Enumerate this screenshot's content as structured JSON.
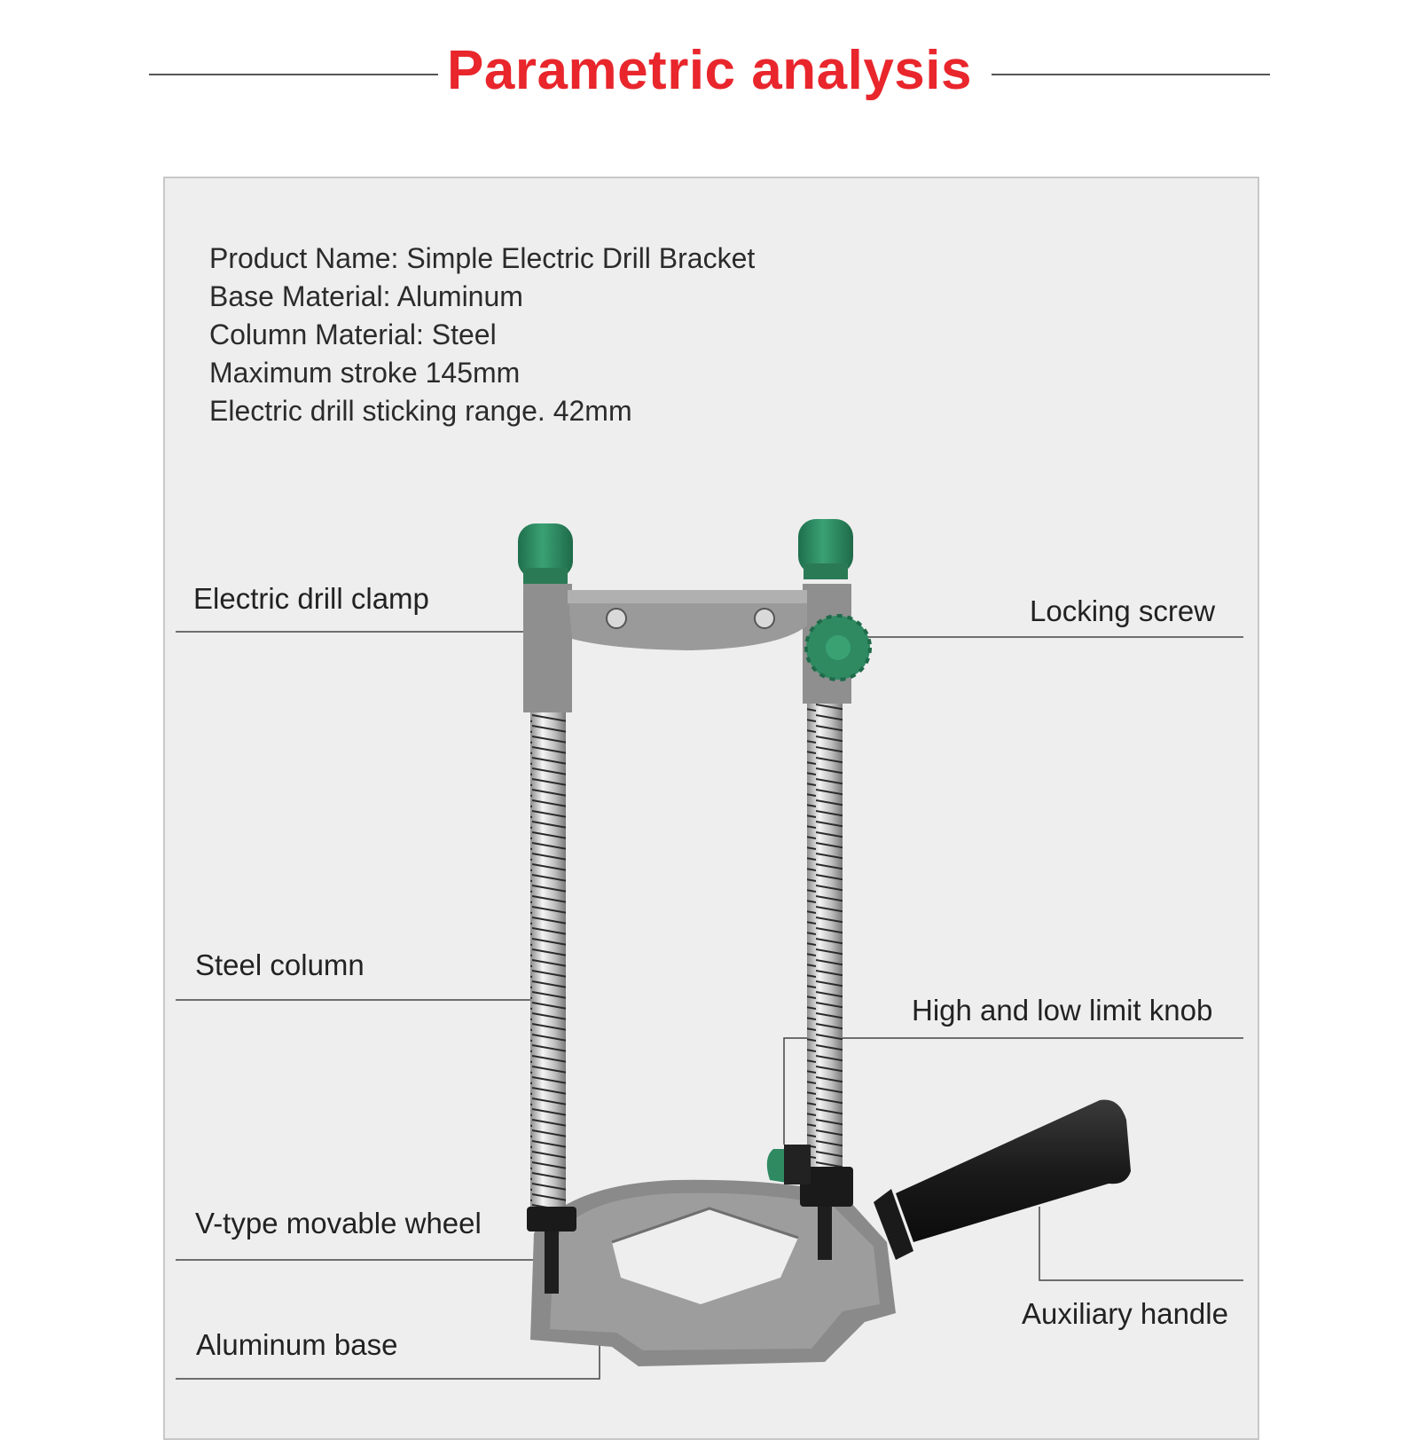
{
  "header": {
    "title": "Parametric analysis"
  },
  "specs": [
    "Product Name: Simple Electric Drill Bracket",
    "Base Material: Aluminum",
    "Column Material: Steel",
    "Maximum stroke 145mm",
    "Electric drill sticking range. 42mm"
  ],
  "callouts": {
    "electric_drill_clamp": "Electric drill clamp",
    "locking_screw": "Locking screw",
    "steel_column": "Steel column",
    "high_low_limit_knob": "High and low limit knob",
    "v_type_movable_wheel": "V-type movable wheel",
    "auxiliary_handle": "Auxiliary handle",
    "aluminum_base": "Aluminum base"
  },
  "colors": {
    "title": "#e8262c",
    "panel": "#efeeee",
    "cap_green": "#2f8a62",
    "frame_gray": "#8f8f8f",
    "handle_black": "#1c1c1c"
  }
}
